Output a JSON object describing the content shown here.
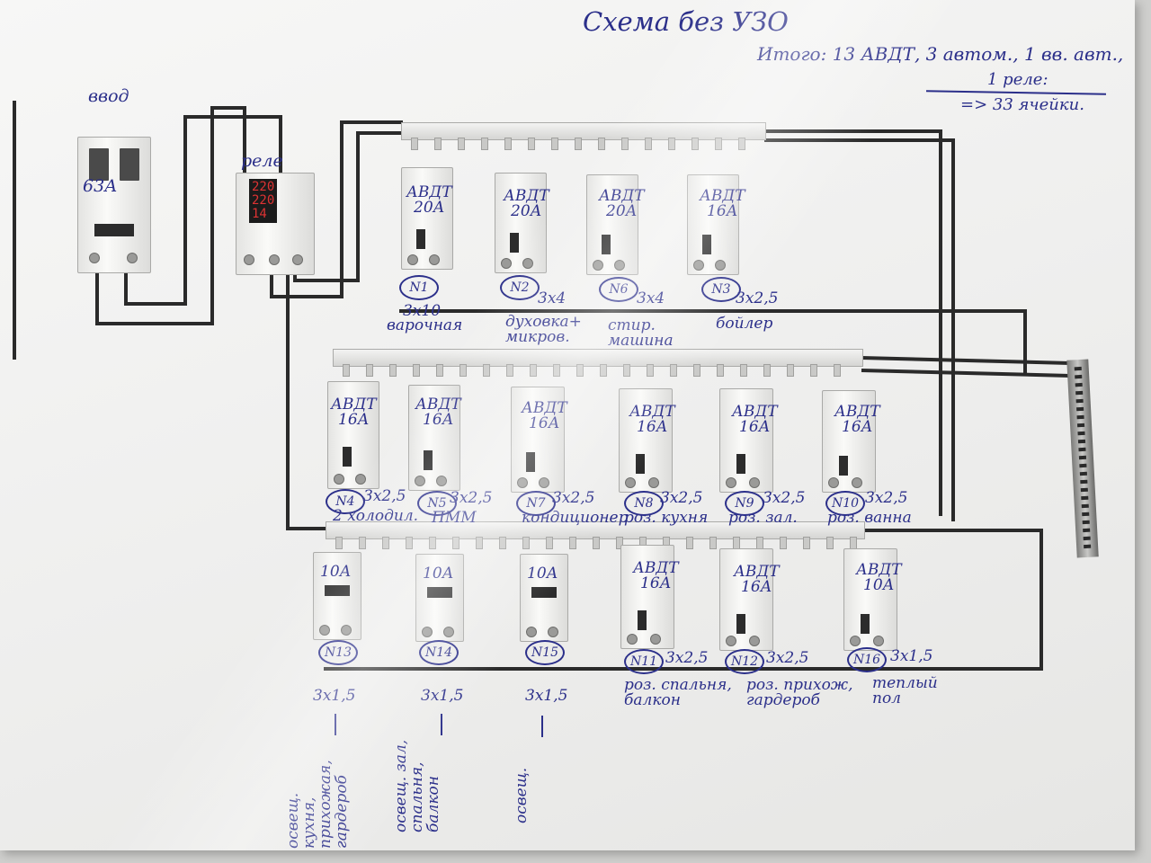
{
  "title": "Схема без УЗО",
  "summary": {
    "line1": "Итого: 13 АВДТ, 3 автом., 1 вв. авт.,",
    "line2": "1 реле:",
    "line3": "=> 33 ячейки."
  },
  "input_label": "ввод",
  "input_breaker": "63А",
  "relay_label": "реле",
  "relay_display": [
    "220",
    "220",
    "14"
  ],
  "rows": [
    {
      "devices": [
        {
          "name": "АВДТ",
          "rating": "20А",
          "number": "N1",
          "cable": "3х10",
          "use": [
            "варочная"
          ]
        },
        {
          "name": "АВДТ",
          "rating": "20А",
          "number": "N2",
          "cable": "3х4",
          "use": [
            "духовка+",
            "микров."
          ]
        },
        {
          "name": "АВДТ",
          "rating": "20А",
          "number": "N6",
          "cable": "3х4",
          "use": [
            "стир.",
            "машина"
          ]
        },
        {
          "name": "АВДТ",
          "rating": "16А",
          "number": "N3",
          "cable": "3х2,5",
          "use": [
            "бойлер"
          ]
        }
      ]
    },
    {
      "devices": [
        {
          "name": "АВДТ",
          "rating": "16А",
          "number": "N4",
          "cable": "3х2,5",
          "use": [
            "2 холодил."
          ]
        },
        {
          "name": "АВДТ",
          "rating": "16А",
          "number": "N5",
          "cable": "3х2,5",
          "use": [
            "ПММ"
          ]
        },
        {
          "name": "АВДТ",
          "rating": "16А",
          "number": "N7",
          "cable": "3х2,5",
          "use": [
            "кондиционер"
          ]
        },
        {
          "name": "АВДТ",
          "rating": "16А",
          "number": "N8",
          "cable": "3х2,5",
          "use": [
            "роз. кухня"
          ]
        },
        {
          "name": "АВДТ",
          "rating": "16А",
          "number": "N9",
          "cable": "3х2,5",
          "use": [
            "роз. зал."
          ]
        },
        {
          "name": "АВДТ",
          "rating": "16А",
          "number": "N10",
          "cable": "3х2,5",
          "use": [
            "роз. ванна"
          ]
        }
      ]
    },
    {
      "devices": [
        {
          "name": "",
          "rating": "10А",
          "number": "N13",
          "cable": "3х1,5",
          "use": [
            "освещ.",
            "кухня,",
            "прихожая,",
            "гардероб"
          ]
        },
        {
          "name": "",
          "rating": "10А",
          "number": "N14",
          "cable": "3х1,5",
          "use": [
            "освещ. зал,",
            "спальня,",
            "балкон"
          ]
        },
        {
          "name": "",
          "rating": "10А",
          "number": "N15",
          "cable": "3х1,5",
          "use": [
            "освещ."
          ]
        },
        {
          "name": "АВДТ",
          "rating": "16А",
          "number": "N11",
          "cable": "3х2,5",
          "use": [
            "роз. спальня,",
            "балкон"
          ]
        },
        {
          "name": "АВДТ",
          "rating": "16А",
          "number": "N12",
          "cable": "3х2,5",
          "use": [
            "роз. прихож,",
            "гардероб"
          ]
        },
        {
          "name": "АВДТ",
          "rating": "10А",
          "number": "N16",
          "cable": "3х1,5",
          "use": [
            "теплый",
            "пол"
          ]
        }
      ]
    }
  ]
}
